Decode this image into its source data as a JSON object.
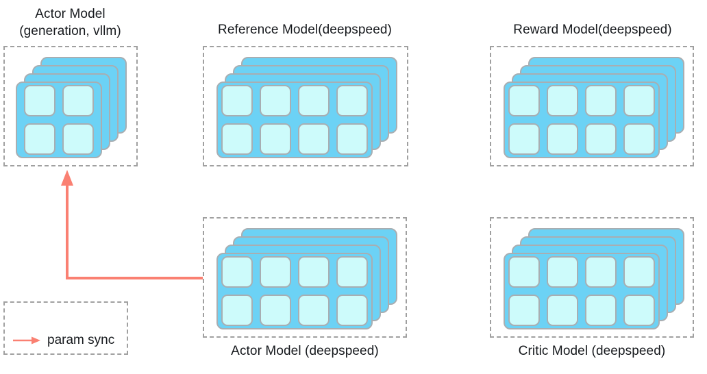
{
  "diagram": {
    "title_not_shown": "",
    "accent_arrow_color": "#fa8072",
    "card_color": "#6cd2f5",
    "chip_color": "#cdfbfb",
    "border_color": "#a8aeb2",
    "dashed_border_color": "#a0a0a0"
  },
  "groups": [
    {
      "id": "actor-vllm",
      "caption": "Actor Model\n(generation, vllm)",
      "caption_position": "top",
      "card_count": 4,
      "grid": "2x2",
      "chip_count": 4
    },
    {
      "id": "reference",
      "caption": "Reference Model(deepspeed)",
      "caption_position": "top",
      "card_count": 4,
      "grid": "4x2",
      "chip_count": 8
    },
    {
      "id": "reward",
      "caption": "Reward Model(deepspeed)",
      "caption_position": "top",
      "card_count": 4,
      "grid": "4x2",
      "chip_count": 8
    },
    {
      "id": "actor-deepspeed",
      "caption": "Actor Model (deepspeed)",
      "caption_position": "bottom",
      "card_count": 4,
      "grid": "4x2",
      "chip_count": 8
    },
    {
      "id": "critic",
      "caption": "Critic Model (deepspeed)",
      "caption_position": "bottom",
      "card_count": 4,
      "grid": "4x2",
      "chip_count": 8
    }
  ],
  "connector": {
    "label": "param sync",
    "from": "actor-deepspeed",
    "to": "actor-vllm",
    "color": "#fa8072"
  },
  "legend": {
    "label": "param sync",
    "arrow_color": "#fa8072"
  }
}
